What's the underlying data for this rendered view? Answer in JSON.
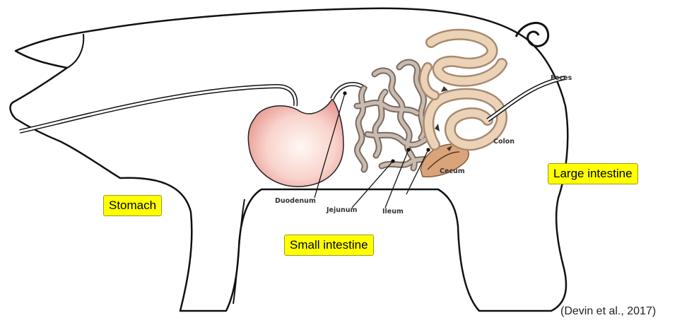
{
  "labels": {
    "stomach": "Stomach",
    "small_intestine": "Small intestine",
    "large_intestine": "Large intestine",
    "duodenum": "Duodenum",
    "jejunum": "Jejunum",
    "ileum": "Ileum",
    "cecum": "Cecum",
    "colon": "Colon",
    "feces": "Feces"
  },
  "citation": "(Devin et al., 2017)",
  "colors": {
    "callout_fill": "#ffff00",
    "stomach": "#f6c9c3",
    "small_intestine": "#b8a99d",
    "large_intestine": "#e8cdb0",
    "cecum": "#d9a47a",
    "outline": "#111111"
  }
}
